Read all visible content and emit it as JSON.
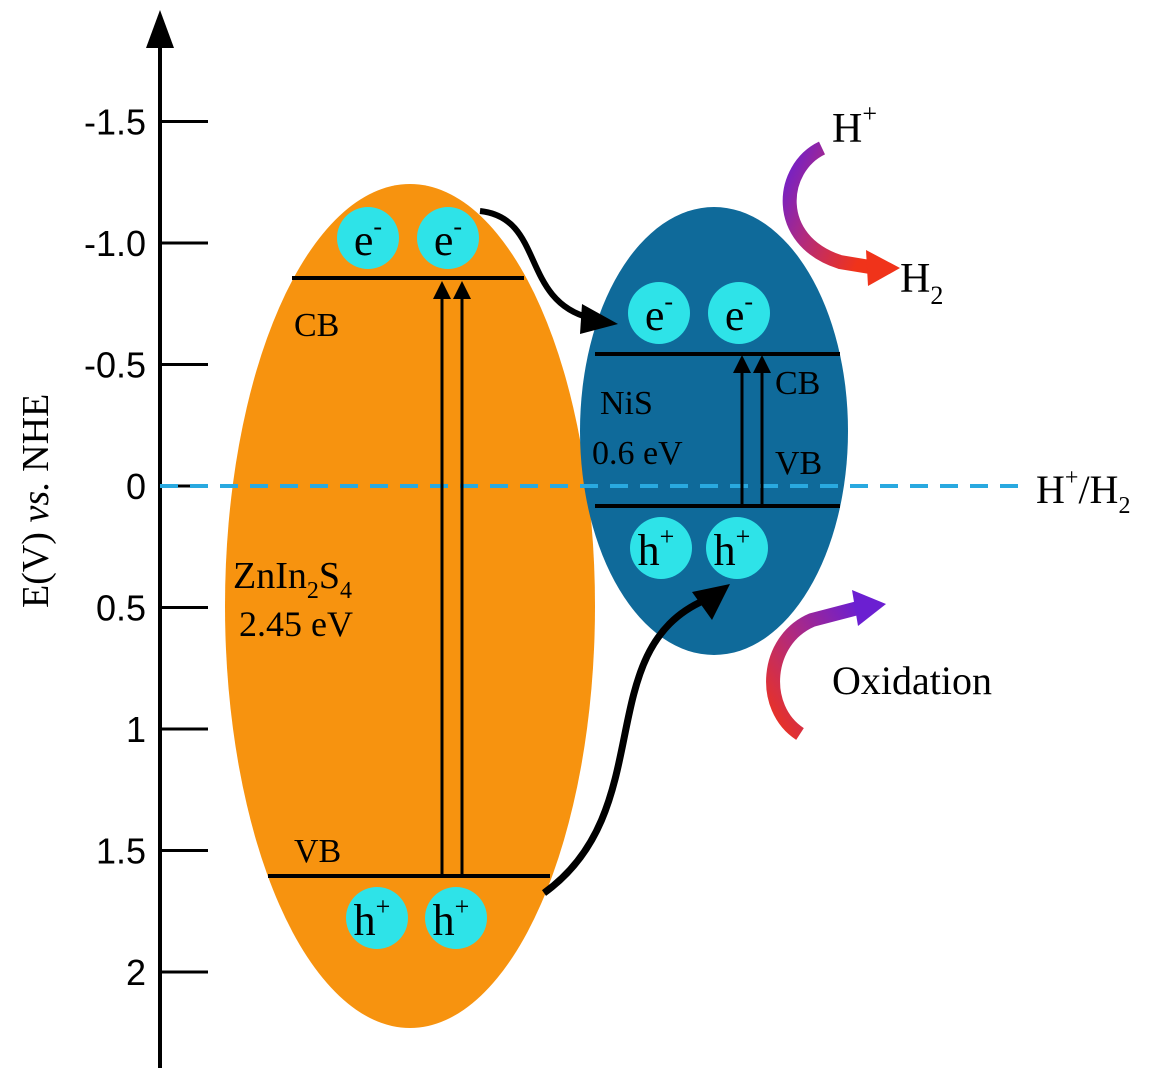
{
  "axis": {
    "label_main": "E(V) ",
    "label_vs": "vs.",
    "label_ref": " NHE",
    "ticks": [
      {
        "value": -1.5,
        "label": "-1.5"
      },
      {
        "value": -1.0,
        "label": "-1.0"
      },
      {
        "value": -0.5,
        "label": "-0.5"
      },
      {
        "value": 0,
        "label": "0"
      },
      {
        "value": 0.5,
        "label": "0.5"
      },
      {
        "value": 1,
        "label": "1"
      },
      {
        "value": 1.5,
        "label": "1.5"
      },
      {
        "value": 2,
        "label": "2"
      }
    ]
  },
  "reference_line": {
    "label_h": "H",
    "label_plus": "+",
    "label_slash_h": "/H",
    "label_sub": "2",
    "color": "#29a9e0"
  },
  "znins": {
    "name_prefix": "ZnIn",
    "name_sub1": "2",
    "name_s": "S",
    "name_sub2": "4",
    "bandgap": "2.45 eV",
    "cb_label": "CB",
    "vb_label": "VB",
    "color": "#f7930f"
  },
  "nis": {
    "name": "NiS",
    "bandgap": "0.6 eV",
    "cb_label": "CB",
    "vb_label": "VB",
    "color": "#0f6a9a"
  },
  "carriers": {
    "electron": "e",
    "electron_sup": "-",
    "hole": "h",
    "hole_sup": "+",
    "color": "#2ee3e8"
  },
  "reactions": {
    "reduction_reactant": "H",
    "reduction_reactant_sup": "+",
    "reduction_product": "H",
    "reduction_product_sub": "2",
    "oxidation": "Oxidation"
  }
}
